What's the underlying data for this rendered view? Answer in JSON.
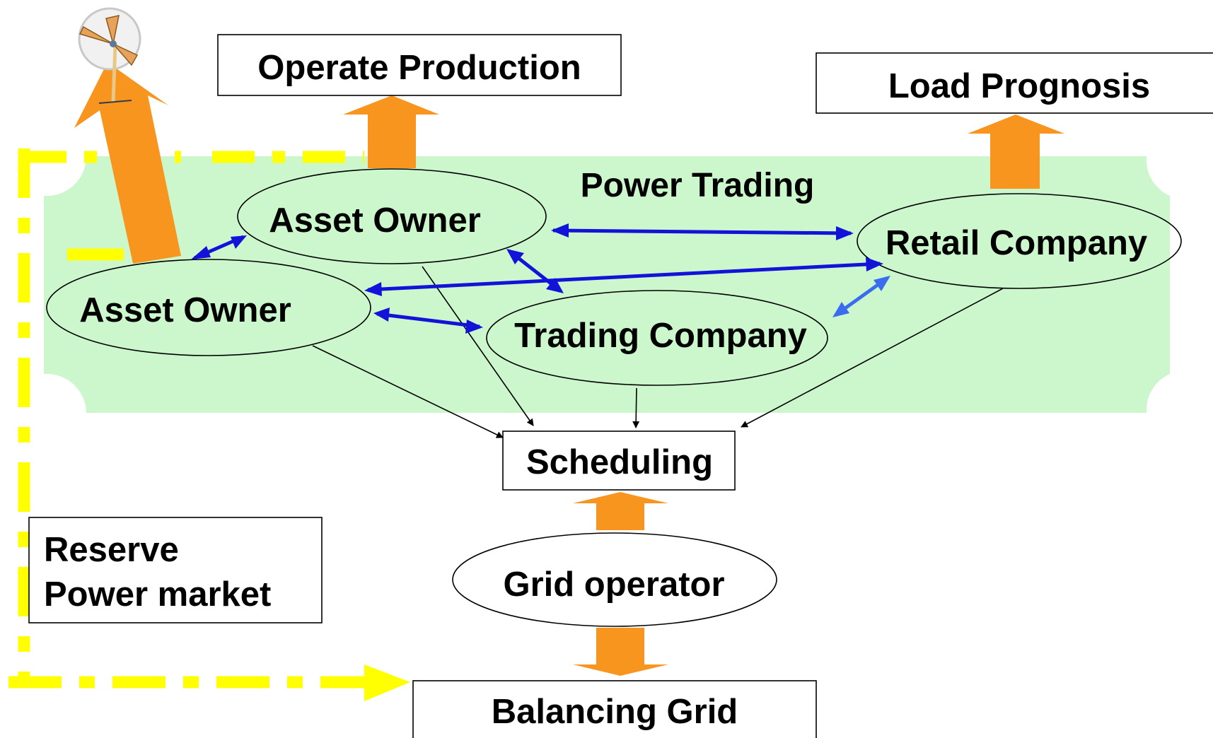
{
  "title": "Power Trading",
  "boxes": {
    "operate_production": "Operate Production",
    "load_prognosis": "Load Prognosis",
    "scheduling": "Scheduling",
    "reserve_line1": "Reserve",
    "reserve_line2": "Power market",
    "balancing_grid": "Balancing Grid"
  },
  "actors": {
    "asset_owner_top": "Asset Owner",
    "asset_owner_left": "Asset Owner",
    "trading_company": "Trading Company",
    "retail_company": "Retail Company",
    "grid_operator": "Grid operator"
  },
  "icons": {
    "wind_turbine": "wind-turbine-icon"
  },
  "colors": {
    "trading_area": "#ccf7cc",
    "flow_arrow": "#f7951e",
    "trade_arrow": "#1212d8",
    "trade_arrow_light": "#3a6cf0",
    "market_boundary": "#ffff00"
  }
}
